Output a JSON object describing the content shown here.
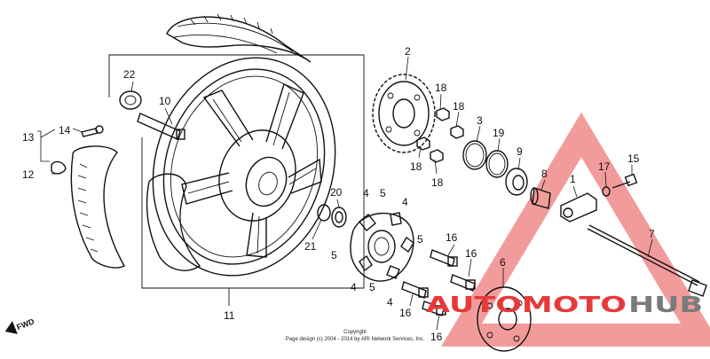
{
  "callouts": {
    "c1": "1",
    "c2": "2",
    "c3": "3",
    "c4a": "4",
    "c4b": "4",
    "c4c": "4",
    "c4d": "4",
    "c5a": "5",
    "c5b": "5",
    "c5c": "5",
    "c5d": "5",
    "c6": "6",
    "c7": "7",
    "c8": "8",
    "c9": "9",
    "c10": "10",
    "c11": "11",
    "c12": "12",
    "c13": "13",
    "c14": "14",
    "c15": "15",
    "c16a": "16",
    "c16b": "16",
    "c16c": "16",
    "c16d": "16",
    "c17": "17",
    "c18a": "18",
    "c18b": "18",
    "c18c": "18",
    "c18d": "18",
    "c19": "19",
    "c20": "20",
    "c21": "21",
    "c22": "22"
  },
  "direction_label": "FWD",
  "copyright": {
    "line1": "Copyright",
    "line2": "Page design (c) 2004 - 2014 by ARI Network Services, Inc."
  },
  "watermark": {
    "text_left": "AUTOMOTO",
    "text_right": "HUB",
    "color_red": "#e63a3a",
    "color_grey": "#7a7a7a"
  }
}
